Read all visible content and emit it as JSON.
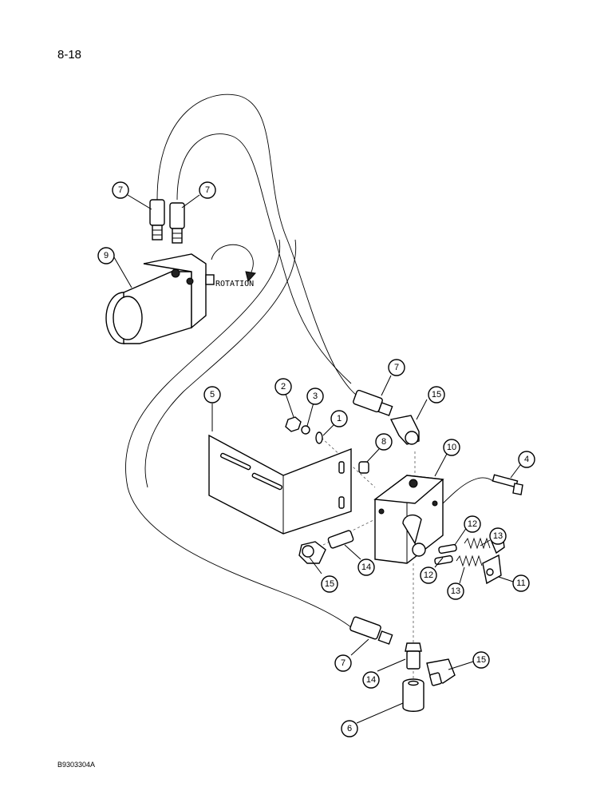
{
  "page": {
    "number": "8-18",
    "doc_code": "B9303304A"
  },
  "rotation_label": "ROTATION",
  "callouts": [
    "7",
    "7",
    "9",
    "7",
    "15",
    "5",
    "2",
    "3",
    "1",
    "8",
    "10",
    "4",
    "12",
    "13",
    "11",
    "15",
    "14",
    "12",
    "13",
    "7",
    "14",
    "15",
    "6"
  ],
  "icons": {
    "motor": "hydraulic-motor-icon",
    "valve": "valve-block-icon",
    "bracket": "mounting-bracket-icon",
    "elbow": "elbow-fitting-icon",
    "spring": "spring-icon",
    "bolt": "bolt-icon",
    "tee": "tee-fitting-icon"
  }
}
